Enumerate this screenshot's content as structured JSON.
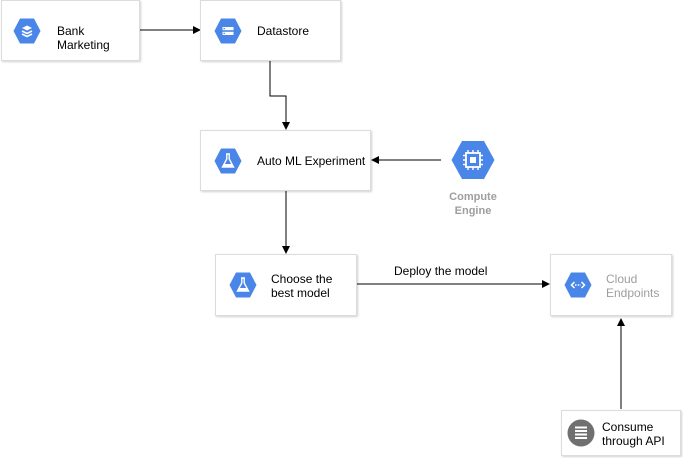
{
  "nodes": {
    "bank_marketing": {
      "label": "Bank Marketing",
      "icon": "bigquery-icon"
    },
    "datastore": {
      "label": "Datastore",
      "icon": "datastore-icon"
    },
    "automl": {
      "label": "Auto ML Experiment",
      "icon": "automl-flask-icon"
    },
    "choose_model": {
      "label_line1": "Choose the",
      "label_line2": "best model",
      "icon": "automl-flask-icon"
    },
    "cloud_endpoints": {
      "label_line1": "Cloud",
      "label_line2": "Endpoints",
      "icon": "endpoints-icon"
    },
    "consume_api": {
      "label_line1": "Consume",
      "label_line2": "through API",
      "icon": "api-stack-icon"
    },
    "compute_engine": {
      "label_line1": "Compute",
      "label_line2": "Engine",
      "icon": "compute-engine-chip-icon"
    }
  },
  "edges": {
    "deploy_label": "Deploy the model"
  },
  "colors": {
    "gcp_blue": "#4a86e8",
    "muted_text": "#9e9e9e",
    "api_gray": "#707070"
  }
}
